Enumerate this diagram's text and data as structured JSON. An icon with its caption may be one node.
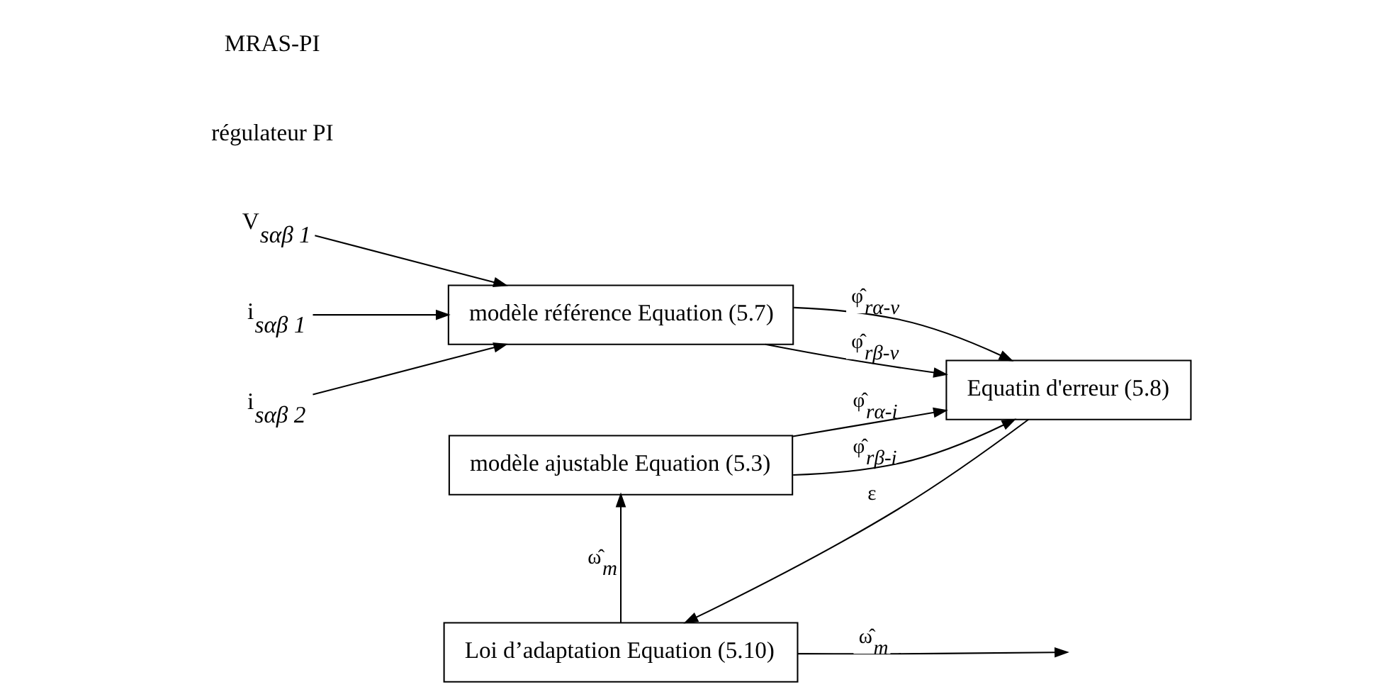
{
  "diagram": {
    "nodes": [
      {
        "text": [
          "V$_{sαβ 1}$"
        ]
      },
      {
        "text": [
          "i$_{sαβ 1}$"
        ]
      },
      {
        "text": [
          "i$_{sαβ 2}$"
        ]
      },
      {
        "text": [
          "modèle référence Equation (5.7)"
        ]
      },
      {
        "text": [
          "modèle ajustable Equation (5.3)"
        ]
      },
      {
        "text": [
          "Equatin d'erreur (5.8)"
        ]
      },
      {
        "text": [
          "Loi d’adaptation Equation (5.10)"
        ]
      }
    ],
    "edges": [
      {
        "from": 0,
        "to": 3,
        "arrow": "to"
      },
      {
        "from": 1,
        "to": 3,
        "arrow": "to"
      },
      {
        "from": 2,
        "to": 3,
        "arrow": "to"
      },
      {
        "from": 3,
        "to": 5,
        "arrow": "to",
        "label": "φ̂$_{rα-v}$"
      },
      {
        "from": 3,
        "to": 5,
        "arrow": "to",
        "label": "φ̂$_{rβ-v}$"
      },
      {
        "from": 4,
        "to": 5,
        "arrow": "to",
        "label": "φ̂$_{rα-i}$"
      },
      {
        "from": 4,
        "to": 5,
        "arrow": "to",
        "label": "φ̂$_{rβ-i}$"
      },
      {
        "from": 5,
        "to": 6,
        "arrow": "to",
        "label": "ε"
      },
      {
        "from": 6,
        "to": 4,
        "arrow": "to",
        "label": "ω̂$_{m}$"
      },
      {
        "from": 6,
        "to": null,
        "arrow": "to",
        "label": "ω̂$_{m}$"
      }
    ],
    "labels": [
      "régulateur PI",
      "MRAS-PI"
    ]
  }
}
